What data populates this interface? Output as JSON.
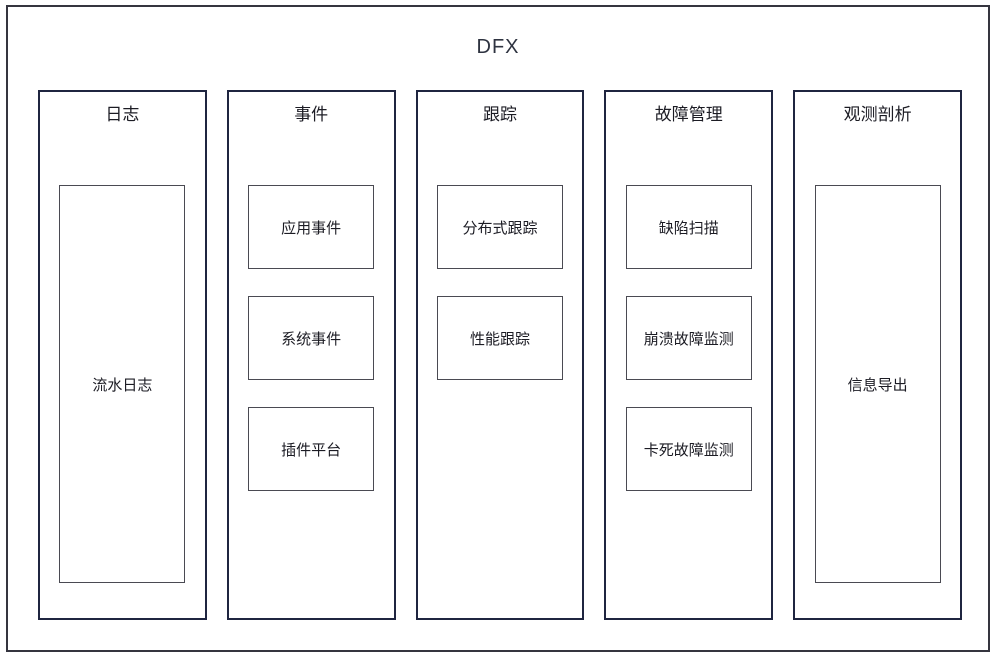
{
  "diagram": {
    "title": "DFX",
    "columns": [
      {
        "label": "日志",
        "items": [
          "流水日志"
        ]
      },
      {
        "label": "事件",
        "items": [
          "应用事件",
          "系统事件",
          "插件平台"
        ]
      },
      {
        "label": "跟踪",
        "items": [
          "分布式跟踪",
          "性能跟踪"
        ]
      },
      {
        "label": "故障管理",
        "items": [
          "缺陷扫描",
          "崩溃故障监测",
          "卡死故障监测"
        ]
      },
      {
        "label": "观测剖析",
        "items": [
          "信息导出"
        ]
      }
    ],
    "colors": {
      "frame_border": "#35353f",
      "column_border": "#1f2540",
      "node_border": "#4a4a52",
      "text": "#1c1c24"
    }
  }
}
